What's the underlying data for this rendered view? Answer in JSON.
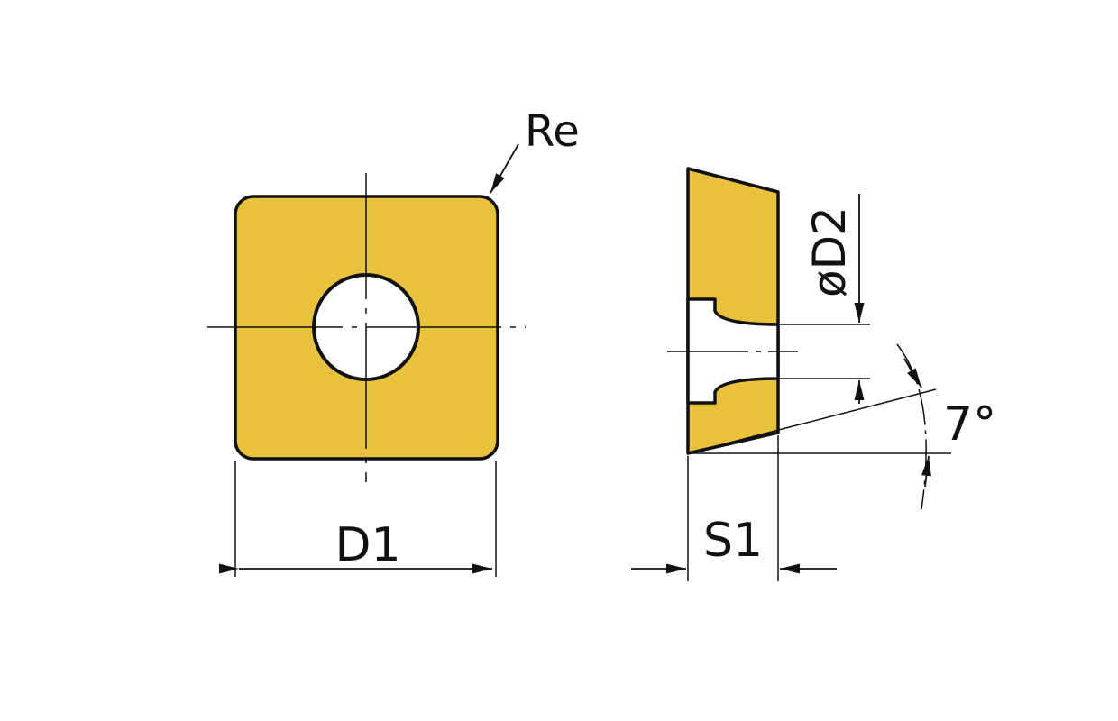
{
  "labels": {
    "corner_radius": "Re",
    "width": "D1",
    "hole_diameter": "øD2",
    "thickness": "S1",
    "clearance_angle": "7°"
  },
  "colors": {
    "insert_fill": "#E8C23D",
    "line": "#111111",
    "background": "#FFFFFF"
  }
}
